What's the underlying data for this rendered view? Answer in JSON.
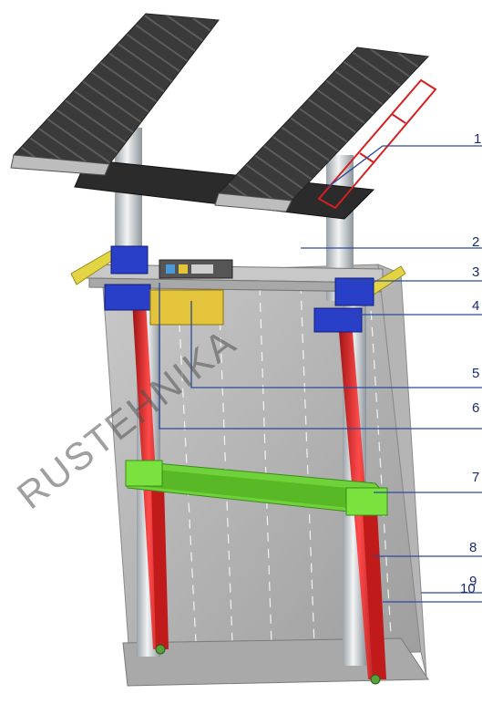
{
  "watermark": "RUSTEHNIKA",
  "callouts": [
    {
      "label": "1"
    },
    {
      "label": "2"
    },
    {
      "label": "3"
    },
    {
      "label": "4"
    },
    {
      "label": "5"
    },
    {
      "label": "6"
    },
    {
      "label": "7"
    },
    {
      "label": "8"
    },
    {
      "label": "9"
    },
    {
      "label": "10"
    }
  ],
  "colors": {
    "callout_text": "#1a2a6c",
    "callout_line": "#2a4a9a",
    "frame": "#9a9a9a",
    "platform": "#2b2b2b",
    "crossbar": "#6fd23a",
    "blue_block": "#2a3fc8",
    "red_strut": "#d42020",
    "yellow_box": "#e3c43a"
  }
}
